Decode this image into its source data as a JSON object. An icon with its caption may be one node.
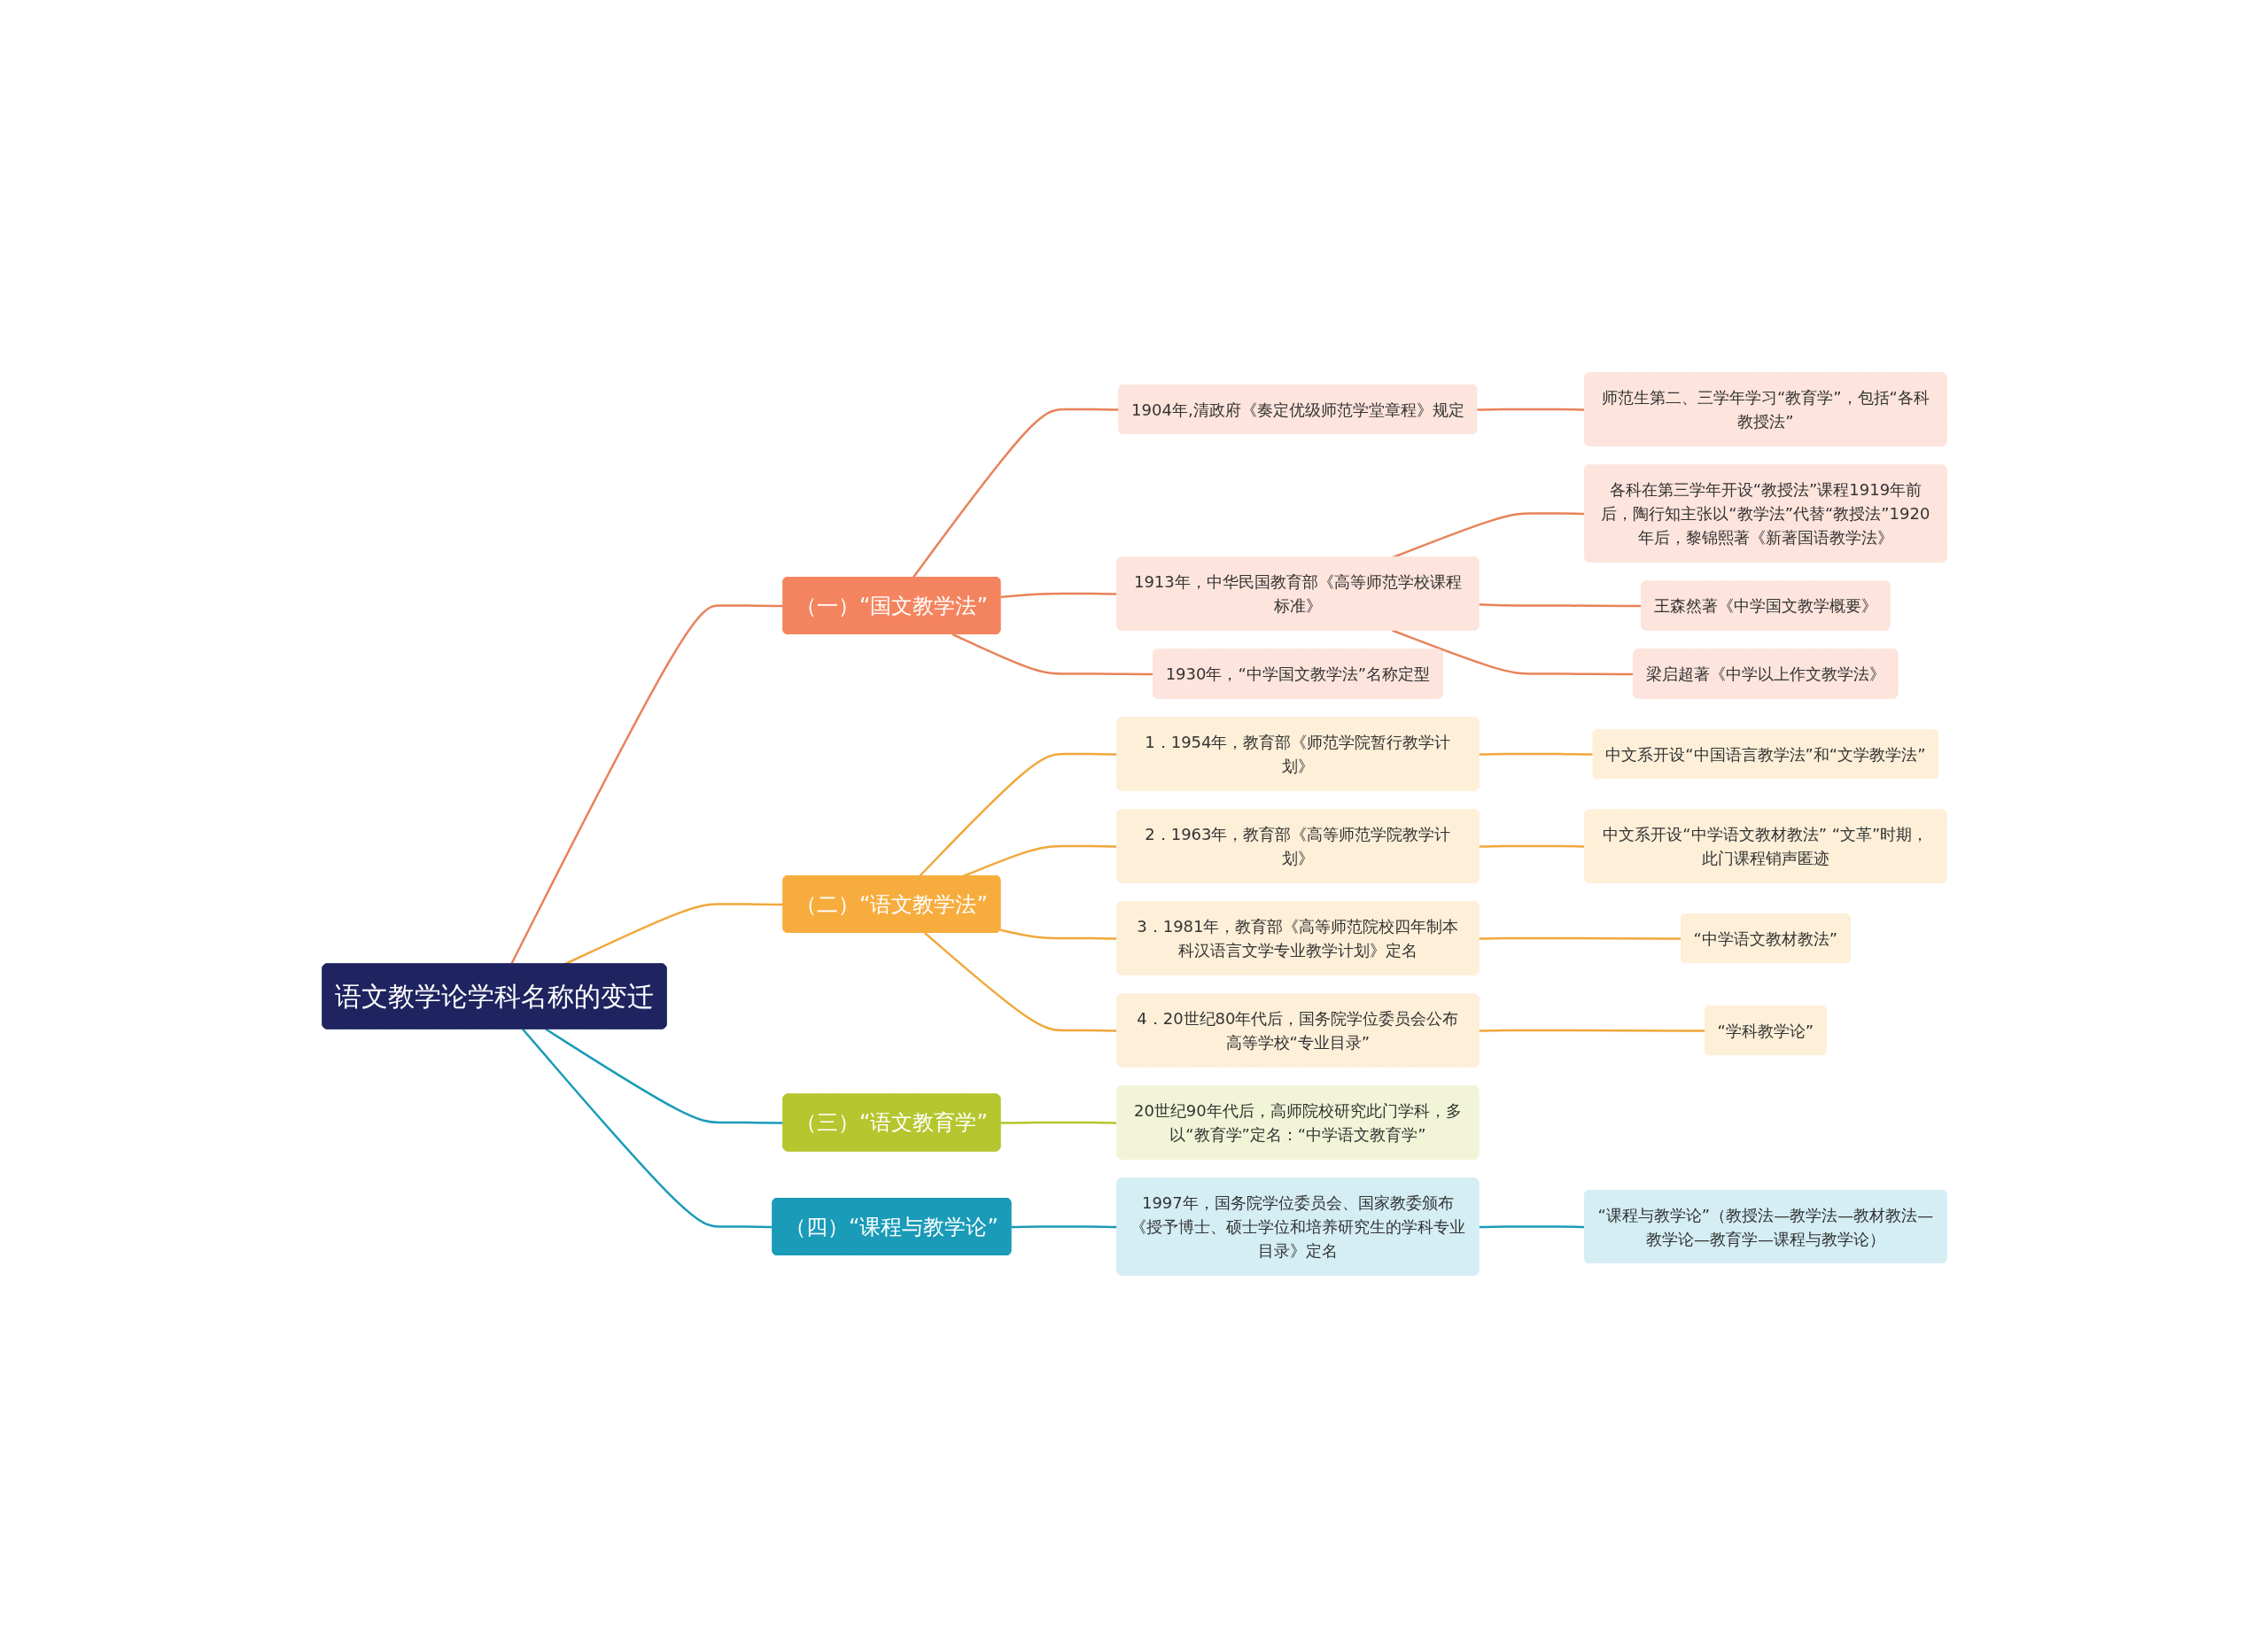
{
  "diagram": {
    "nodes": [
      {
        "text": [
          "语文教学论学科名称的变迁"
        ]
      },
      {
        "text": [
          "（一）“国文教学法”"
        ]
      },
      {
        "text": [
          "1904年,清政府《奏定优级师范学堂章程》规定"
        ]
      },
      {
        "text": [
          "师范生第二、三学年学习“教育学”，包括“各科教授法”"
        ]
      },
      {
        "text": [
          "1913年，中华民国教育部《高等师范学校课程标准》"
        ]
      },
      {
        "text": [
          "各科在第三学年开设“教授法”课程1919年前后，陶行知主张以“教学法”代替“教授法”1920年后，黎锦熙著《新著国语教学法》"
        ]
      },
      {
        "text": [
          "王森然著《中学国文教学概要》"
        ]
      },
      {
        "text": [
          "梁启超著《中学以上作文教学法》"
        ]
      },
      {
        "text": [
          "1930年，“中学国文教学法”名称定型"
        ]
      },
      {
        "text": [
          "（二）“语文教学法”"
        ]
      },
      {
        "text": [
          "1．1954年，教育部《师范学院暂行教学计划》"
        ]
      },
      {
        "text": [
          "中文系开设“中国语言教学法”和“文学教学法”"
        ]
      },
      {
        "text": [
          "2．1963年，教育部《高等师范学院教学计划》"
        ]
      },
      {
        "text": [
          "中文系开设“中学语文教材教法” “文革”时期，此门课程销声匿迹"
        ]
      },
      {
        "text": [
          "3．1981年，教育部《高等师范院校四年制本科汉语言文学专业教学计划》定名"
        ]
      },
      {
        "text": [
          "“中学语文教材教法”"
        ]
      },
      {
        "text": [
          "4．20世纪80年代后，国务院学位委员会公布高等学校“专业目录”"
        ]
      },
      {
        "text": [
          "“学科教学论”"
        ]
      },
      {
        "text": [
          "（三）“语文教育学”"
        ]
      },
      {
        "text": [
          "20世纪90年代后，高师院校研究此门学科，多以“教育学”定名：“中学语文教育学”"
        ]
      },
      {
        "text": [
          "（四）“课程与教学论”"
        ]
      },
      {
        "text": [
          "1997年，国务院学位委员会、国家教委颁布《授予博士、硕士学位和培养研究生的学科专业目录》定名"
        ]
      },
      {
        "text": [
          "“课程与教学论”（教授法—教学法—教材教法—教学论—教育学—课程与教学论）"
        ]
      }
    ],
    "edges": [
      {
        "from": 0,
        "to": 1,
        "arrow": "none",
        "color": "#e8825a"
      },
      {
        "from": 1,
        "to": 2,
        "arrow": "none",
        "color": "#e8825a"
      },
      {
        "from": 2,
        "to": 3,
        "arrow": "none",
        "color": "#e8825a"
      },
      {
        "from": 1,
        "to": 4,
        "arrow": "none",
        "color": "#e8825a"
      },
      {
        "from": 4,
        "to": 5,
        "arrow": "none",
        "color": "#e8825a"
      },
      {
        "from": 4,
        "to": 6,
        "arrow": "none",
        "color": "#e8825a"
      },
      {
        "from": 4,
        "to": 7,
        "arrow": "none",
        "color": "#e8825a"
      },
      {
        "from": 1,
        "to": 8,
        "arrow": "none",
        "color": "#e8825a"
      },
      {
        "from": 0,
        "to": 9,
        "arrow": "none",
        "color": "#f0a83c"
      },
      {
        "from": 9,
        "to": 10,
        "arrow": "none",
        "color": "#f0a83c"
      },
      {
        "from": 10,
        "to": 11,
        "arrow": "none",
        "color": "#f0a83c"
      },
      {
        "from": 9,
        "to": 12,
        "arrow": "none",
        "color": "#f0a83c"
      },
      {
        "from": 12,
        "to": 13,
        "arrow": "none",
        "color": "#f0a83c"
      },
      {
        "from": 9,
        "to": 14,
        "arrow": "none",
        "color": "#f0a83c"
      },
      {
        "from": 14,
        "to": 15,
        "arrow": "none",
        "color": "#f0a83c"
      },
      {
        "from": 9,
        "to": 16,
        "arrow": "none",
        "color": "#f0a83c"
      },
      {
        "from": 16,
        "to": 17,
        "arrow": "none",
        "color": "#f0a83c"
      },
      {
        "from": 0,
        "to": 18,
        "arrow": "none",
        "color": "#1a9bb8"
      },
      {
        "from": 18,
        "to": 19,
        "arrow": "none",
        "color": "#b5c62e"
      },
      {
        "from": 0,
        "to": 20,
        "arrow": "none",
        "color": "#1a9bb8"
      },
      {
        "from": 20,
        "to": 21,
        "arrow": "none",
        "color": "#1a9bb8"
      },
      {
        "from": 21,
        "to": 22,
        "arrow": "none",
        "color": "#1a9bb8"
      }
    ]
  }
}
